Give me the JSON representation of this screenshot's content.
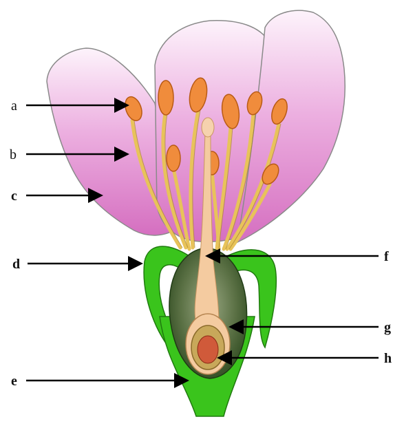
{
  "labels": {
    "a": "a",
    "b": "b",
    "c": "c",
    "d": "d",
    "e": "e",
    "f": "f",
    "g": "g",
    "h": "h"
  },
  "colors": {
    "petal_dark": "#d56fc0",
    "petal_light": "#fbeff8",
    "petal_outline": "#8a8a8a",
    "anther": "#f08c3c",
    "anther_outline": "#b85a14",
    "filament": "#e8c35a",
    "filament_outline": "#a8842a",
    "sepal": "#3ac41c",
    "sepal_outline": "#1f7a0e",
    "ovary_dark": "#2e4a20",
    "ovary_mid": "#7c8f64",
    "style": "#f4cba0",
    "ovule": "#d9a57a",
    "ovule_core": "#d05a3a",
    "arrow": "#000000"
  }
}
